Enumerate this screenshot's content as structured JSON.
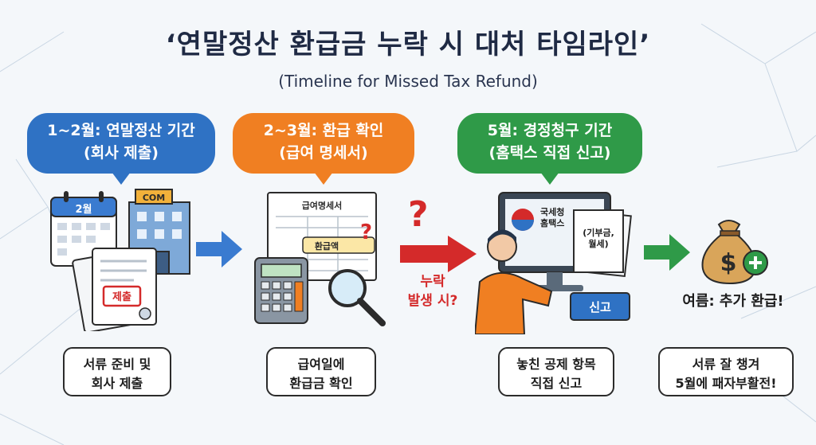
{
  "title": "‘연말정산 환급금 누락 시 대처 타임라인’",
  "subtitle": "(Timeline for Missed Tax Refund)",
  "steps": [
    {
      "bubble": "1~2월: 연말정산 기간\n(회사 제출)",
      "color": "#2f72c4",
      "box": "서류 준비 및\n회사 제출",
      "calendar_label": "2월",
      "building_label": "COM",
      "stamp_label": "제출"
    },
    {
      "bubble": "2~3월: 환급 확인\n(급여 명세서)",
      "color": "#f07f22",
      "box": "급여일에\n환급금 확인",
      "doc_title": "급여명세서",
      "highlight_label": "환급액"
    },
    {
      "bubble": "5월: 경정청구 기간\n(홈택스 직접 신고)",
      "color": "#2f9a48",
      "box": "놓친 공제 항목\n직접 신고",
      "monitor_label": "국세청\n홈택스",
      "paper_label": "(기부금,\n월세)",
      "button_label": "신고"
    },
    {
      "box": "서류 잘 챙겨\n5월에 패자부활전!",
      "result_label": "여름: 추가 환급!"
    }
  ],
  "warning": {
    "mark": "?",
    "text": "누락\n발생 시?",
    "color": "#d42a2a"
  },
  "icons": [
    "calendar-icon",
    "building-icon",
    "document-icon",
    "calculator-icon",
    "magnifier-icon",
    "computer-icon",
    "person-icon",
    "money-bag-icon",
    "arrow-right-icon"
  ]
}
